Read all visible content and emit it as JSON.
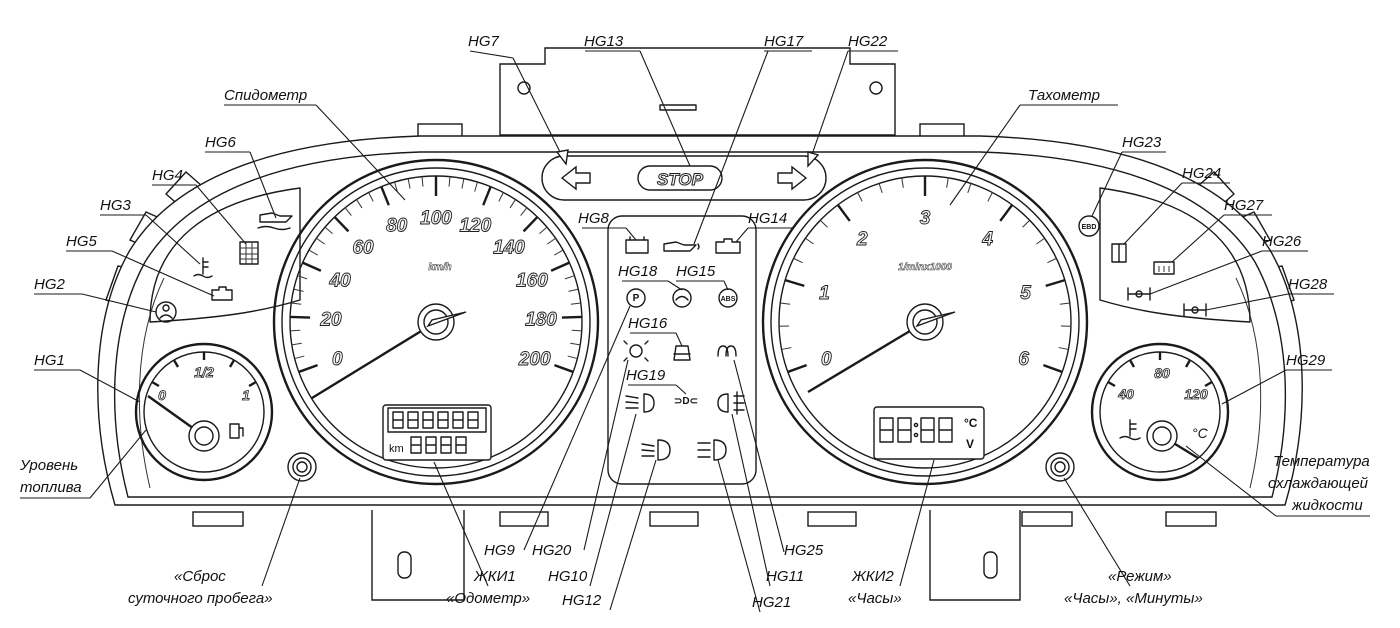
{
  "callouts": {
    "hg1": "HG1",
    "hg2": "HG2",
    "hg3": "HG3",
    "hg4": "HG4",
    "hg5": "HG5",
    "hg6": "HG6",
    "hg7": "HG7",
    "hg8": "HG8",
    "hg9": "HG9",
    "hg10": "HG10",
    "hg11": "HG11",
    "hg12": "HG12",
    "hg13": "HG13",
    "hg14": "HG14",
    "hg15": "HG15",
    "hg16": "HG16",
    "hg17": "HG17",
    "hg18": "HG18",
    "hg19": "HG19",
    "hg20": "HG20",
    "hg21": "HG21",
    "hg22": "HG22",
    "hg23": "HG23",
    "hg24": "HG24",
    "hg25": "HG25",
    "hg26": "HG26",
    "hg27": "HG27",
    "hg28": "HG28",
    "hg29": "HG29",
    "speedometer": "Спидометр",
    "tachometer": "Тахометр",
    "fuel_level_1": "Уровень",
    "fuel_level_2": "топлива",
    "coolant_1": "Температура",
    "coolant_2": "охлаждающей",
    "coolant_3": "жидкости",
    "reset_1": "«Сброс",
    "reset_2": "суточного пробега»",
    "lcd1_1": "ЖКИ1",
    "lcd1_2": "«Одометр»",
    "lcd2_1": "ЖКИ2",
    "lcd2_2": "«Часы»",
    "mode_1": "«Режим»",
    "mode_2": "«Часы», «Минуты»"
  },
  "speedometer": {
    "ticks": [
      "0",
      "20",
      "40",
      "60",
      "80",
      "100",
      "120",
      "140",
      "160",
      "180",
      "200"
    ],
    "unit": "km/h"
  },
  "tachometer": {
    "ticks": [
      "0",
      "1",
      "2",
      "3",
      "4",
      "5",
      "6"
    ],
    "unit": "1/minx1000"
  },
  "fuel_gauge": {
    "tick_empty": "0",
    "tick_half": "1/2",
    "tick_full": "1"
  },
  "temp_gauge": {
    "tick_40": "40",
    "tick_80": "80",
    "tick_120": "120",
    "unit": "°C"
  },
  "top_panel": {
    "stop": "STOP"
  },
  "lcd1": {
    "km_label": "km"
  },
  "lcd2": {
    "unit_c": "°C",
    "unit_v": "V"
  },
  "indicators": {
    "abs": "ABS",
    "ebd": "EBD"
  }
}
